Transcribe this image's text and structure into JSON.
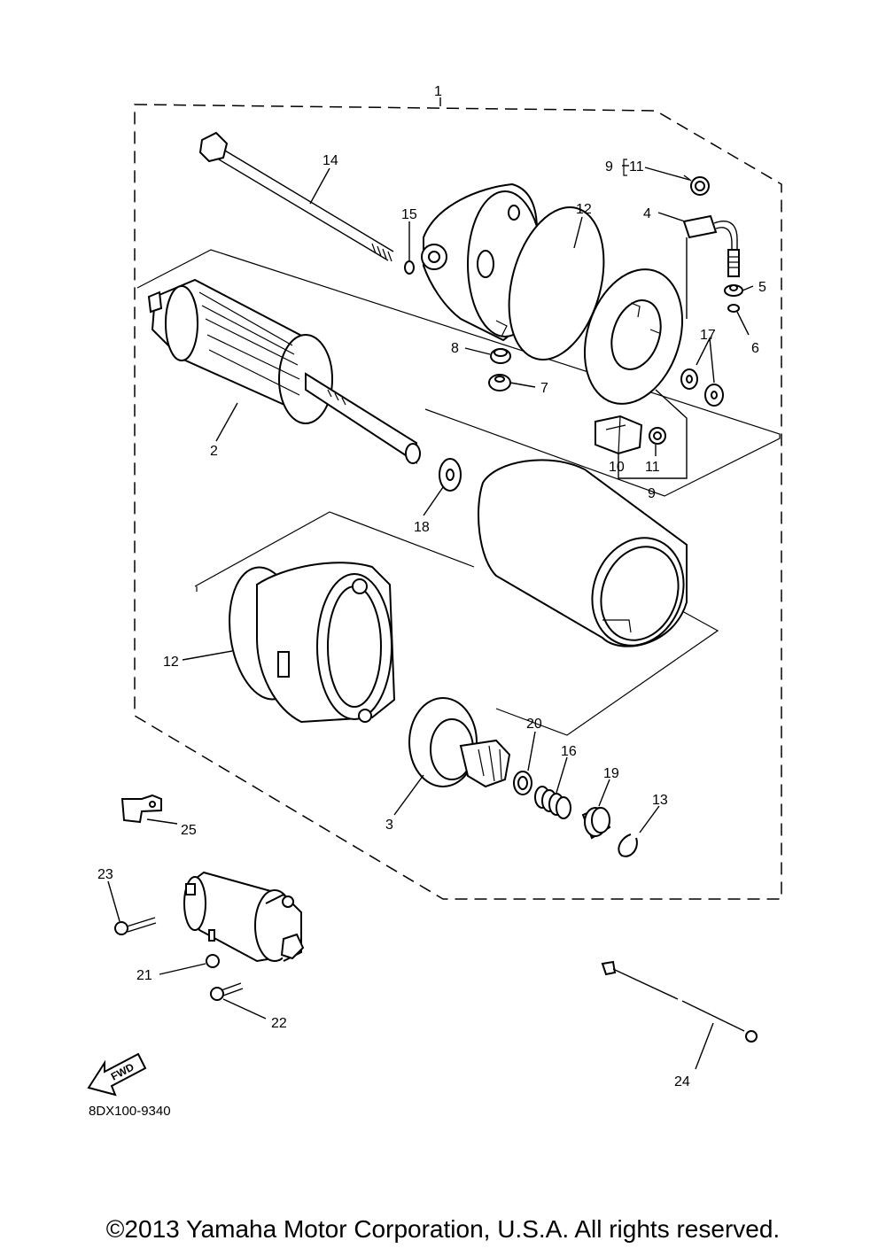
{
  "drawing_code": "8DX100-9340",
  "copyright": "©2013 Yamaha Motor Corporation, U.S.A. All rights reserved.",
  "fwd_label": "FWD",
  "callouts": {
    "c1": "1",
    "c2": "2",
    "c3": "3",
    "c4": "4",
    "c5": "5",
    "c6": "6",
    "c7": "7",
    "c8": "8",
    "c9a": "9",
    "c9b": "9",
    "c10": "10",
    "c11a": "11",
    "c11b": "11",
    "c12a": "12",
    "c12b": "12",
    "c13": "13",
    "c14": "14",
    "c15": "15",
    "c16": "16",
    "c17": "17",
    "c18": "18",
    "c19": "19",
    "c20": "20",
    "c21": "21",
    "c22": "22",
    "c23": "23",
    "c24": "24",
    "c25": "25"
  }
}
